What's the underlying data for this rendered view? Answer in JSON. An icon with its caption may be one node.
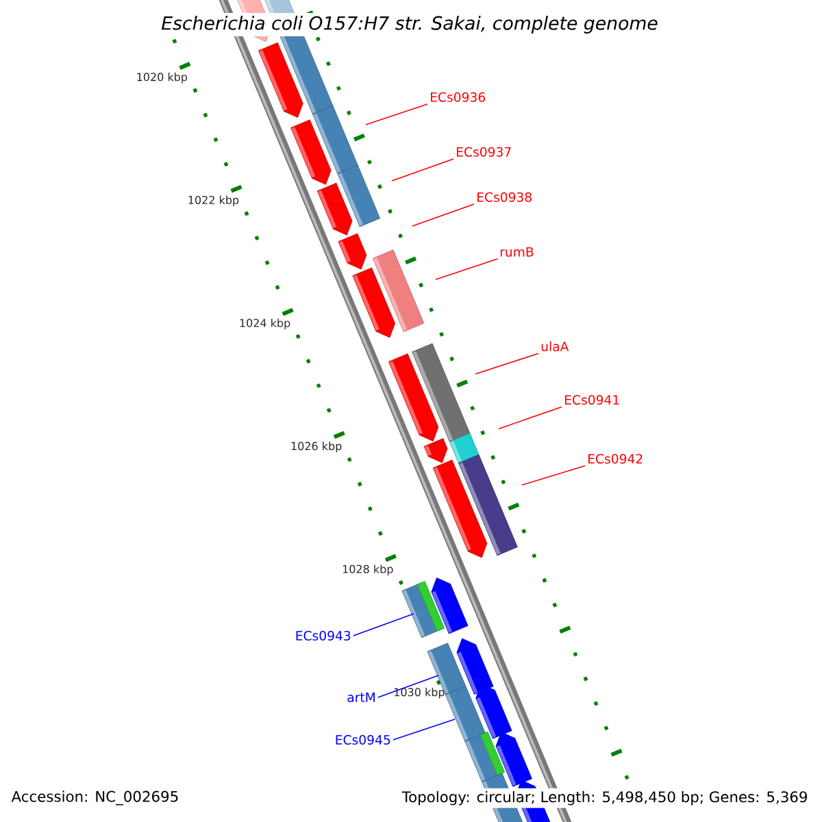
{
  "diagram": {
    "title": "Escherichia coli O157:H7 str. Sakai, complete genome",
    "nodes": [
      {
        "text": [
          "ECs0936"
        ]
      },
      {
        "text": [
          "ECs0937"
        ]
      },
      {
        "text": [
          "ECs0938"
        ]
      },
      {
        "text": [
          "rumB"
        ]
      },
      {
        "text": [
          "ulaA"
        ]
      },
      {
        "text": [
          "ECs0941"
        ]
      },
      {
        "text": [
          "ECs0942"
        ]
      },
      {
        "text": [
          "ECs0943"
        ]
      },
      {
        "text": [
          "artM"
        ]
      },
      {
        "text": [
          "ECs0945"
        ]
      }
    ],
    "edges": [
      {
        "from": 0,
        "to": null,
        "arrow": "none"
      },
      {
        "from": 1,
        "to": null,
        "arrow": "none"
      },
      {
        "from": 2,
        "to": null,
        "arrow": "none"
      },
      {
        "from": 3,
        "to": null,
        "arrow": "none"
      },
      {
        "from": 4,
        "to": null,
        "arrow": "none"
      },
      {
        "from": 5,
        "to": null,
        "arrow": "none"
      },
      {
        "from": 6,
        "to": null,
        "arrow": "none"
      },
      {
        "from": 7,
        "to": null,
        "arrow": "none",
        "color": "#0000ff"
      },
      {
        "from": 8,
        "to": null,
        "arrow": "none",
        "color": "#0000ff"
      },
      {
        "from": 9,
        "to": null,
        "arrow": "none",
        "color": "#0000ff"
      }
    ],
    "labels": [
      "1020 kbp",
      "1022 kbp",
      "1024 kbp",
      "1026 kbp",
      "1028 kbp",
      "1030 kbp",
      "Accession: NC_002695",
      "Topology: circular; Length: 5,498,450 bp; Genes: 5,369"
    ]
  }
}
